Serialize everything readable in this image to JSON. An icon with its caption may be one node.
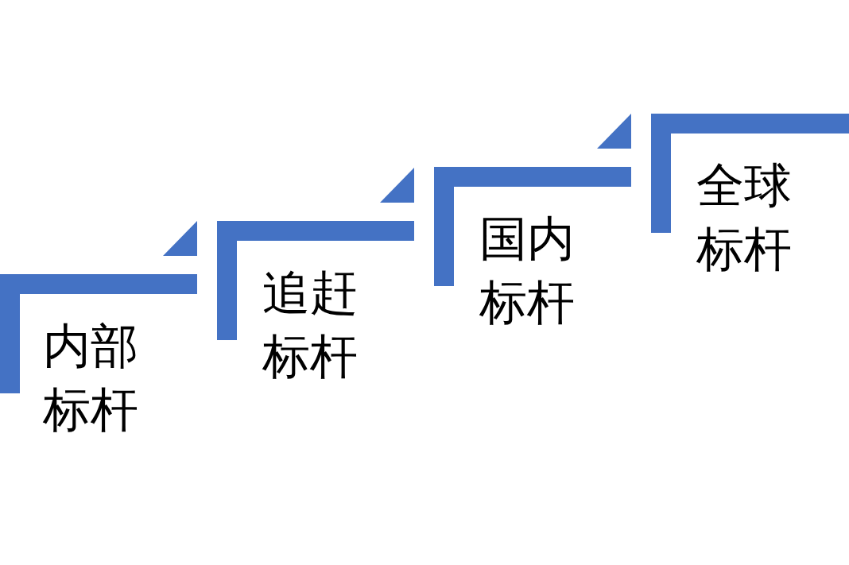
{
  "diagram": {
    "nodes": [
      {
        "text": [
          "内部标杆"
        ]
      },
      {
        "text": [
          "追赶标杆"
        ]
      },
      {
        "text": [
          "国内标杆"
        ]
      },
      {
        "text": [
          "全球标杆"
        ]
      }
    ]
  }
}
